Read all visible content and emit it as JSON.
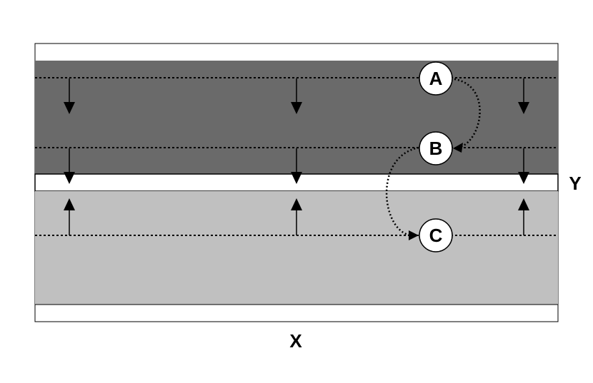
{
  "labels": {
    "x_axis": "X",
    "y_axis": "Y"
  },
  "nodes": [
    {
      "id": "a",
      "label": "A"
    },
    {
      "id": "b",
      "label": "B"
    },
    {
      "id": "c",
      "label": "C"
    }
  ],
  "colors": {
    "dark_band": "#6a6a6a",
    "light_band": "#c0c0c0",
    "white_strip": "#ffffff",
    "line": "#000000"
  }
}
